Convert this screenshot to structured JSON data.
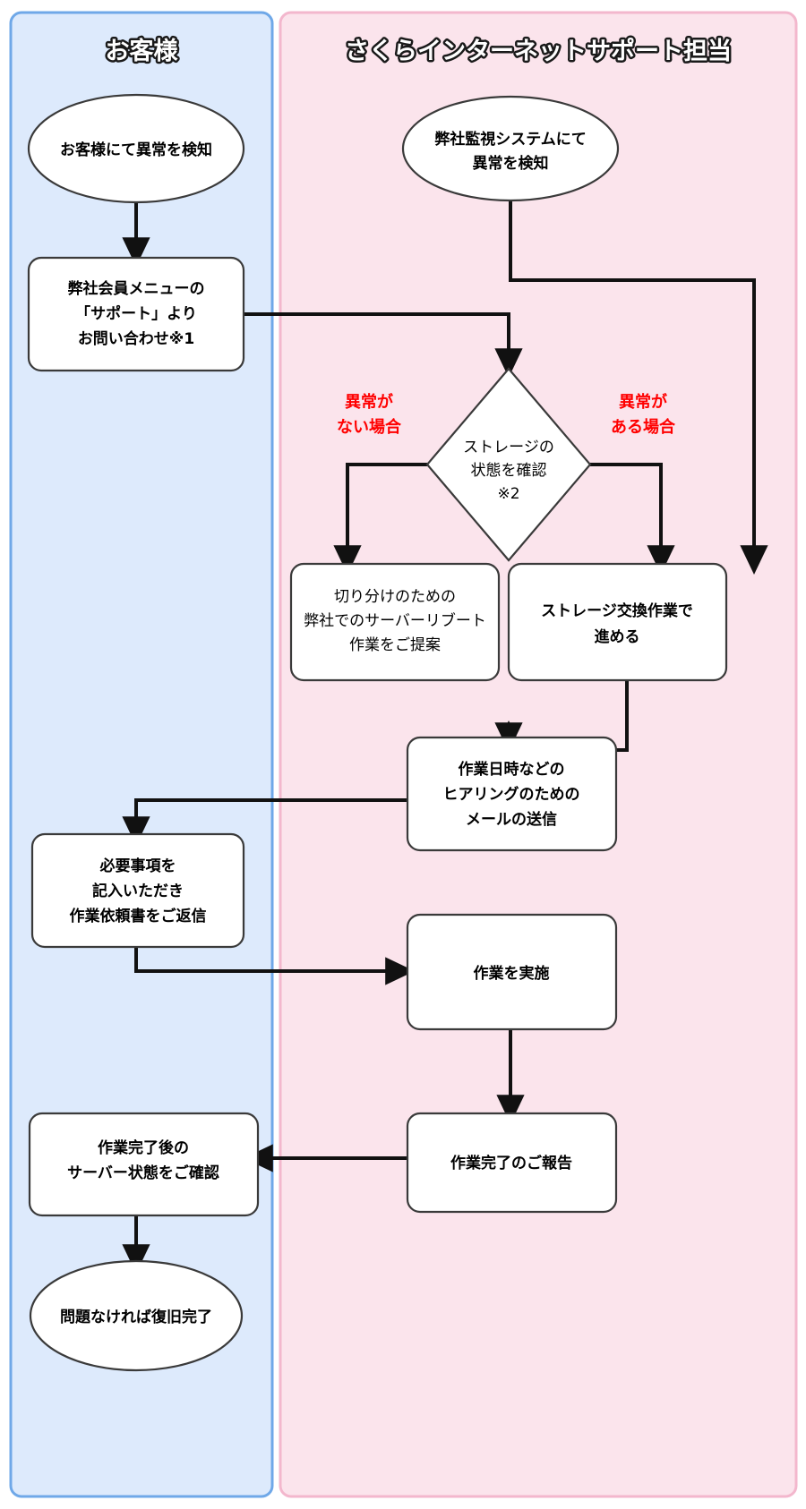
{
  "diagram": {
    "type": "flowchart",
    "title_customer": "お客様",
    "title_support": "さくらインターネットサポート担当",
    "lanes": [
      {
        "id": "customer",
        "label": "お客様",
        "fill": "#ddeafc",
        "stroke": "#6fa8e8"
      },
      {
        "id": "support",
        "label": "さくらインターネットサポート担当",
        "fill": "#fbe4ec",
        "stroke": "#f3b7cd"
      }
    ],
    "colors": {
      "customer_lane_fill": "#ddeafc",
      "customer_lane_stroke": "#6fa8e8",
      "support_lane_fill": "#fbe4ec",
      "support_lane_stroke": "#f3b7cd",
      "node_fill": "#ffffff",
      "node_stroke": "#3a3a3a",
      "connector": "#111111",
      "edge_label": "#ff0000",
      "title_text": "#ffffff",
      "title_outline": "#1a1a1a"
    },
    "nodes": [
      {
        "id": "n1",
        "shape": "ellipse",
        "lane": "customer",
        "lines": [
          "お客様にて異常を検知"
        ]
      },
      {
        "id": "n2",
        "shape": "ellipse",
        "lane": "support",
        "lines": [
          "弊社監視システムにて",
          "異常を検知"
        ]
      },
      {
        "id": "n3",
        "shape": "rounded-rect",
        "lane": "customer",
        "lines": [
          "弊社会員メニューの",
          "「サポート」より",
          "お問い合わせ※1"
        ]
      },
      {
        "id": "n4",
        "shape": "diamond",
        "lane": "support",
        "lines": [
          "ストレージの",
          "状態を確認",
          "※2"
        ]
      },
      {
        "id": "n5",
        "shape": "rounded-rect",
        "lane": "support",
        "lines": [
          "切り分けのための",
          "弊社でのサーバーリブート",
          "作業をご提案"
        ]
      },
      {
        "id": "n6",
        "shape": "rounded-rect",
        "lane": "support",
        "lines": [
          "ストレージ交換作業で",
          "進める"
        ]
      },
      {
        "id": "n7",
        "shape": "rounded-rect",
        "lane": "support",
        "lines": [
          "作業日時などの",
          "ヒアリングのための",
          "メールの送信"
        ]
      },
      {
        "id": "n8",
        "shape": "rounded-rect",
        "lane": "customer",
        "lines": [
          "必要事項を",
          "記入いただき",
          "作業依頼書をご返信"
        ]
      },
      {
        "id": "n9",
        "shape": "rounded-rect",
        "lane": "support",
        "lines": [
          "作業を実施"
        ]
      },
      {
        "id": "n10",
        "shape": "rounded-rect",
        "lane": "support",
        "lines": [
          "作業完了のご報告"
        ]
      },
      {
        "id": "n11",
        "shape": "rounded-rect",
        "lane": "customer",
        "lines": [
          "作業完了後の",
          "サーバー状態をご確認"
        ]
      },
      {
        "id": "n12",
        "shape": "ellipse",
        "lane": "customer",
        "lines": [
          "問題なければ復旧完了"
        ]
      }
    ],
    "edge_labels": [
      {
        "id": "no-anomaly",
        "text_lines": [
          "異常が",
          "ない場合"
        ]
      },
      {
        "id": "has-anomaly",
        "text_lines": [
          "異常が",
          "ある場合"
        ]
      }
    ],
    "edges": [
      {
        "from": "n1",
        "to": "n3"
      },
      {
        "from": "n3",
        "to": "n4"
      },
      {
        "from": "n2",
        "to": "n6"
      },
      {
        "from": "n4",
        "to": "n5",
        "label": "異常がない場合"
      },
      {
        "from": "n4",
        "to": "n6",
        "label": "異常がある場合"
      },
      {
        "from": "n6",
        "to": "n7"
      },
      {
        "from": "n7",
        "to": "n8"
      },
      {
        "from": "n8",
        "to": "n9"
      },
      {
        "from": "n9",
        "to": "n10"
      },
      {
        "from": "n10",
        "to": "n11"
      },
      {
        "from": "n11",
        "to": "n12"
      }
    ]
  }
}
